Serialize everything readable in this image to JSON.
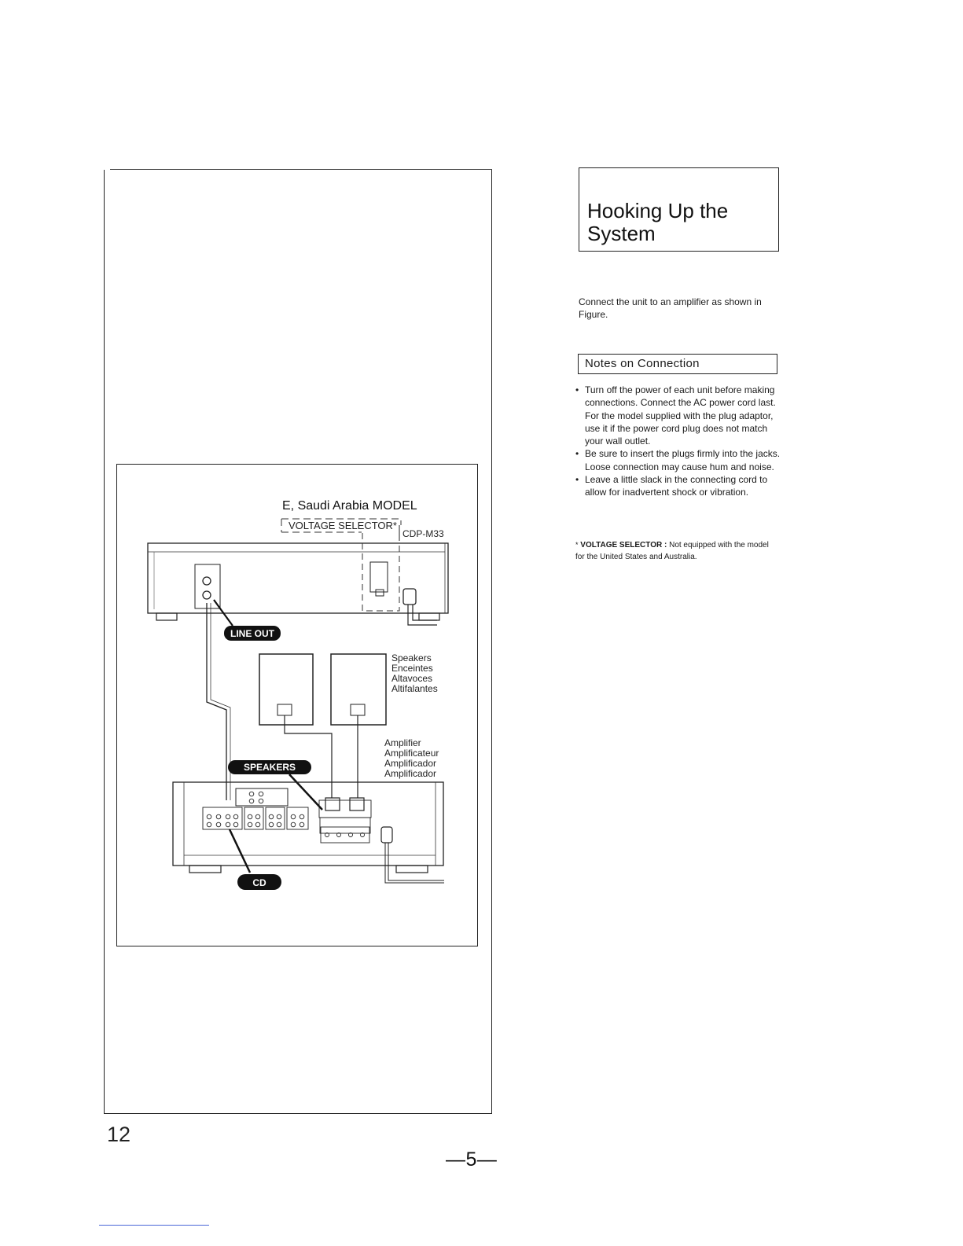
{
  "left_page": {
    "page_number": "12"
  },
  "page_footer": "—5—",
  "section": {
    "title_line1": "Hooking Up the",
    "title_line2": "System",
    "intro": "Connect the unit to an amplifier as shown in Figure."
  },
  "notes": {
    "heading": "Notes on Connection",
    "items": [
      "Turn off the power of each unit before making connections. Connect the AC power cord last. For the model supplied with the plug adaptor, use it if the power cord plug does not match your wall outlet.",
      "Be sure to insert the plugs firmly into the jacks. Loose connection may cause hum and noise.",
      "Leave a little slack in the connecting cord to allow for inadvertent shock or vibration."
    ]
  },
  "footnote": {
    "marker": "*",
    "term": "VOLTAGE SELECTOR :",
    "text": "Not equipped with the model for the United States and Australia."
  },
  "diagram": {
    "model_note": "E, Saudi  Arabia  MODEL",
    "voltage_selector": "VOLTAGE SELECTOR*",
    "device": "CDP-M33",
    "badge_line_out": "LINE OUT",
    "badge_speakers": "SPEAKERS",
    "badge_cd": "CD",
    "speakers_labels": [
      "Speakers",
      "Enceintes",
      "Altavoces",
      "Altifalantes"
    ],
    "amplifier_labels": [
      "Amplifier",
      "Amplificateur",
      "Amplificador",
      "Amplificador"
    ]
  }
}
